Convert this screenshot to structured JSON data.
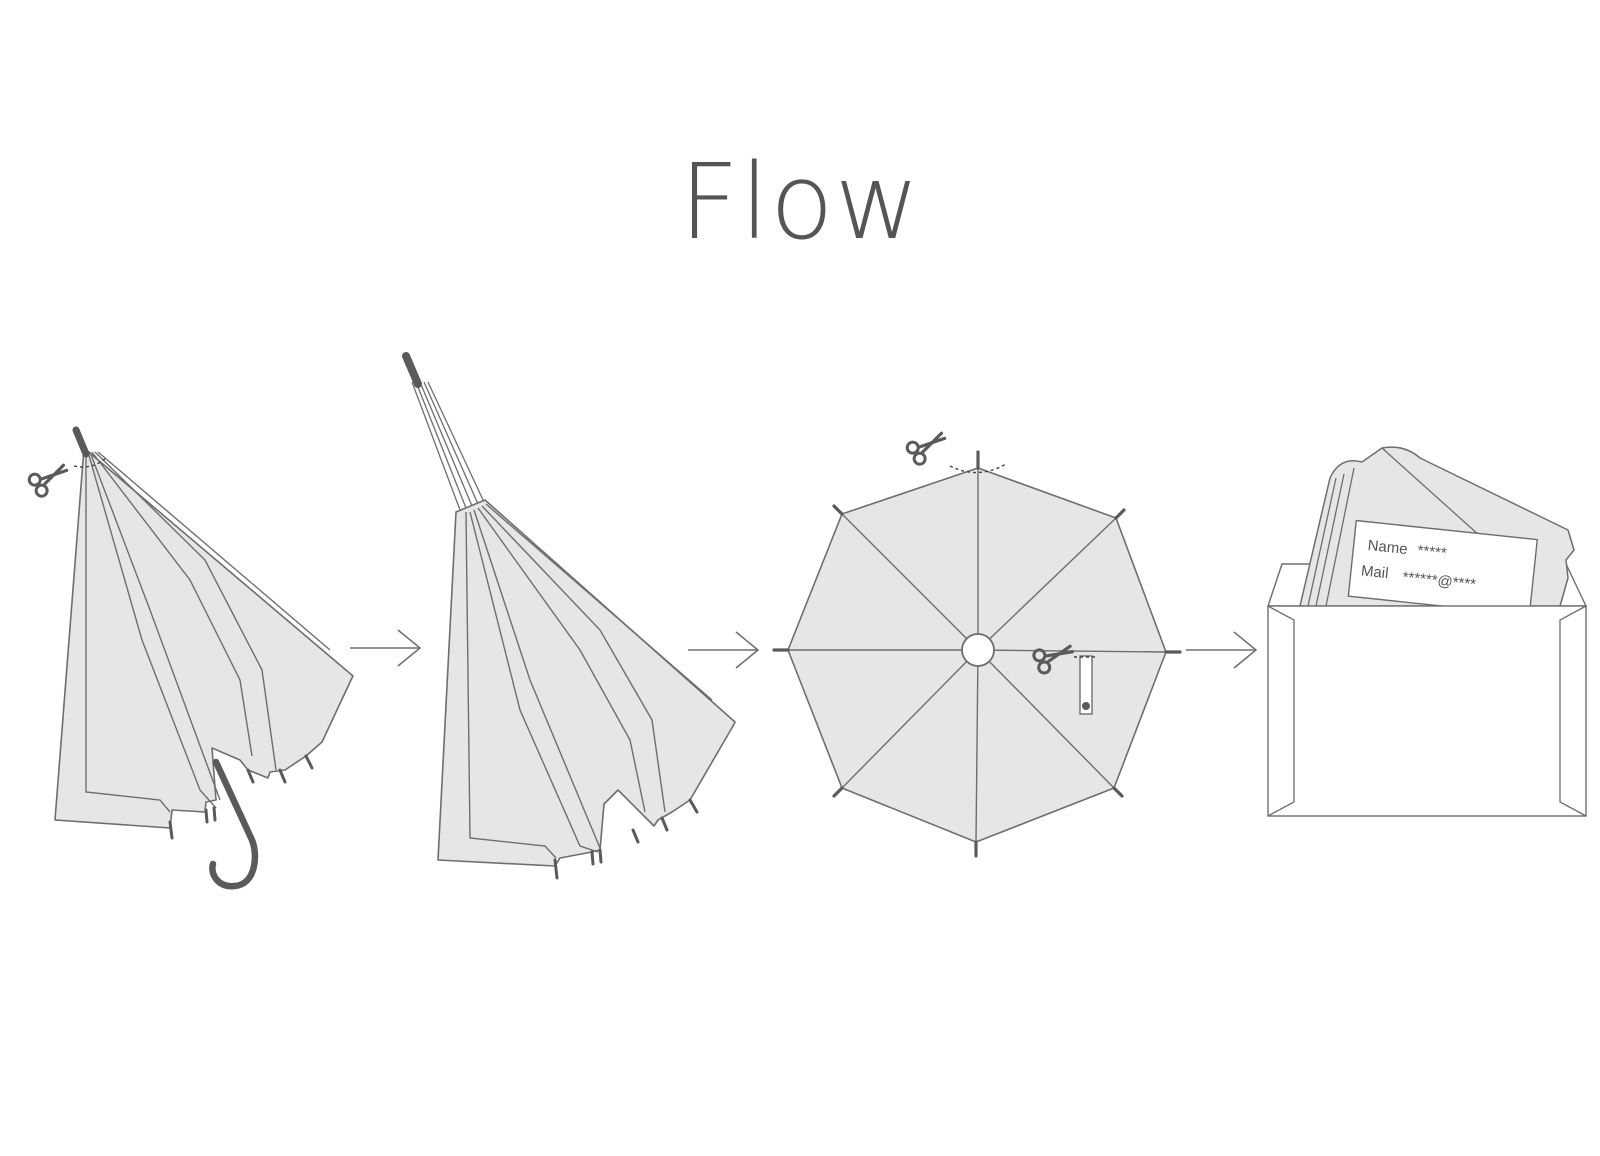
{
  "title": "Flow",
  "colors": {
    "fill": "#e6e6e6",
    "stroke": "#6e6e6e",
    "accent": "#5a5a5a",
    "background": "#ffffff"
  },
  "steps": [
    {
      "icon": "closed-umbrella-with-handle-icon"
    },
    {
      "icon": "umbrella-handle-removed-icon"
    },
    {
      "icon": "umbrella-canopy-top-view-icon"
    },
    {
      "icon": "canopy-in-envelope-icon"
    }
  ],
  "label_card": {
    "name_label": "Name",
    "name_value": "*****",
    "mail_label": "Mail",
    "mail_value": "******@****"
  }
}
